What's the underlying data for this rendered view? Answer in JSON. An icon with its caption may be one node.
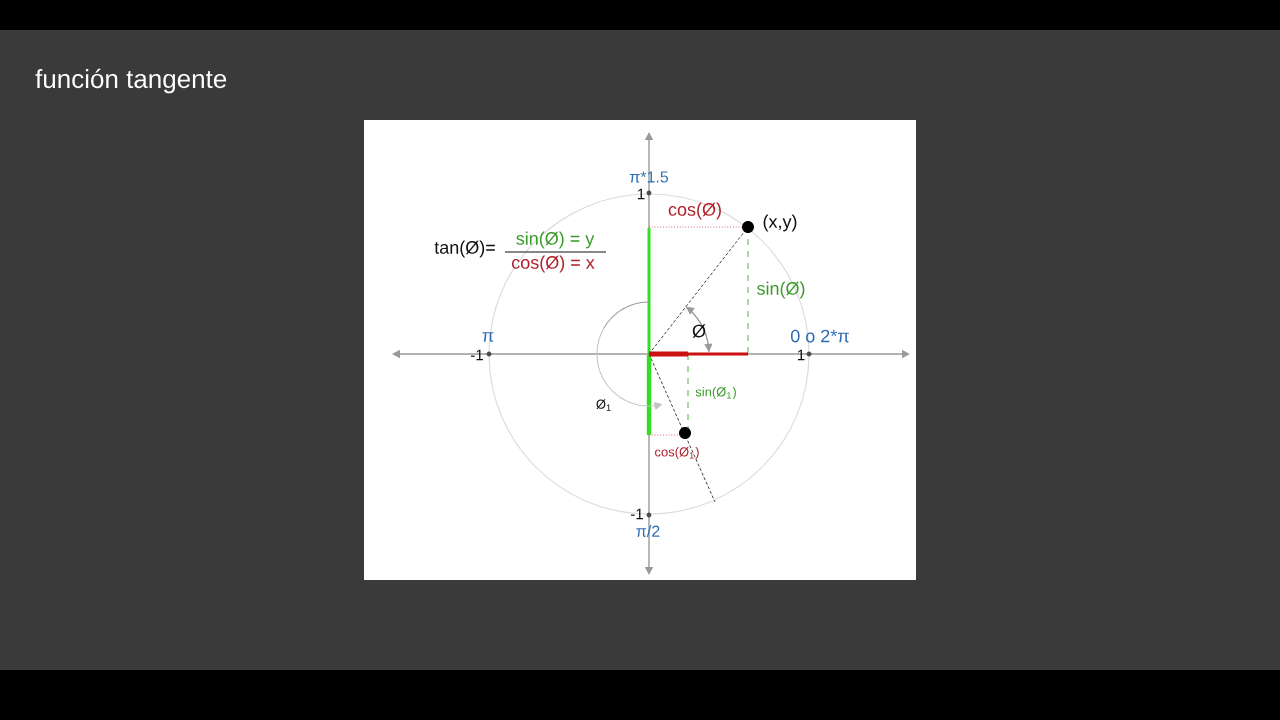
{
  "diagram": {
    "title": "función tangente",
    "labels": [
      "π*1.5",
      "1",
      "cos(Ø)",
      "(x,y)",
      "tan(Ø)=",
      "sin(Ø) = y",
      "cos(Ø) = x",
      "sin(Ø)",
      "Ø",
      "π",
      "0 o 2*π",
      "-1",
      "1",
      "sin(Ø$_{1}$)",
      "Ø$_{1}$",
      "cos(Ø$_{1}$)",
      "-1",
      "π/2"
    ]
  }
}
